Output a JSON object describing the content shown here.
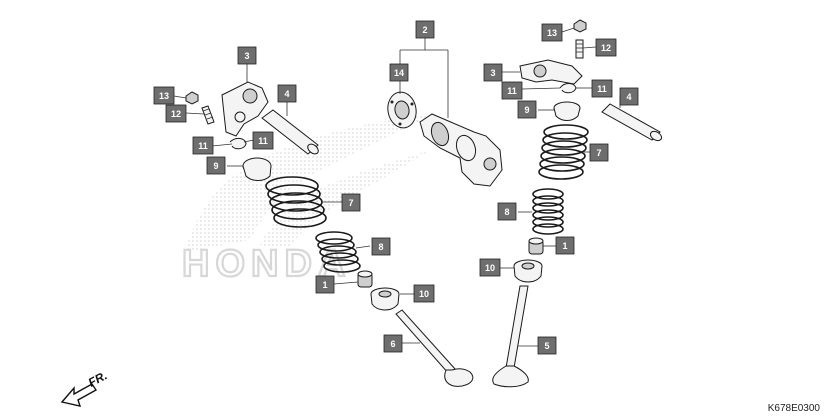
{
  "watermark": {
    "text": "HONDA"
  },
  "callouts": {
    "c2_top": "2",
    "c3_left": "3",
    "c4_left": "4",
    "c13_left": "13",
    "c12_left": "12",
    "c11_left_a": "11",
    "c11_left_b": "11",
    "c9_left": "9",
    "c7_left": "7",
    "c8_left": "8",
    "c1_left": "1",
    "c10_left": "10",
    "c6_left": "6",
    "c14": "14",
    "c13_right": "13",
    "c12_right": "12",
    "c3_right": "3",
    "c11_right_a": "11",
    "c11_right_b": "11",
    "c4_right": "4",
    "c9_right": "9",
    "c7_right": "7",
    "c8_right": "8",
    "c1_right": "1",
    "c10_right": "10",
    "c5_right": "5"
  },
  "direction_label": "FR.",
  "drawing_code": "K678E0300"
}
